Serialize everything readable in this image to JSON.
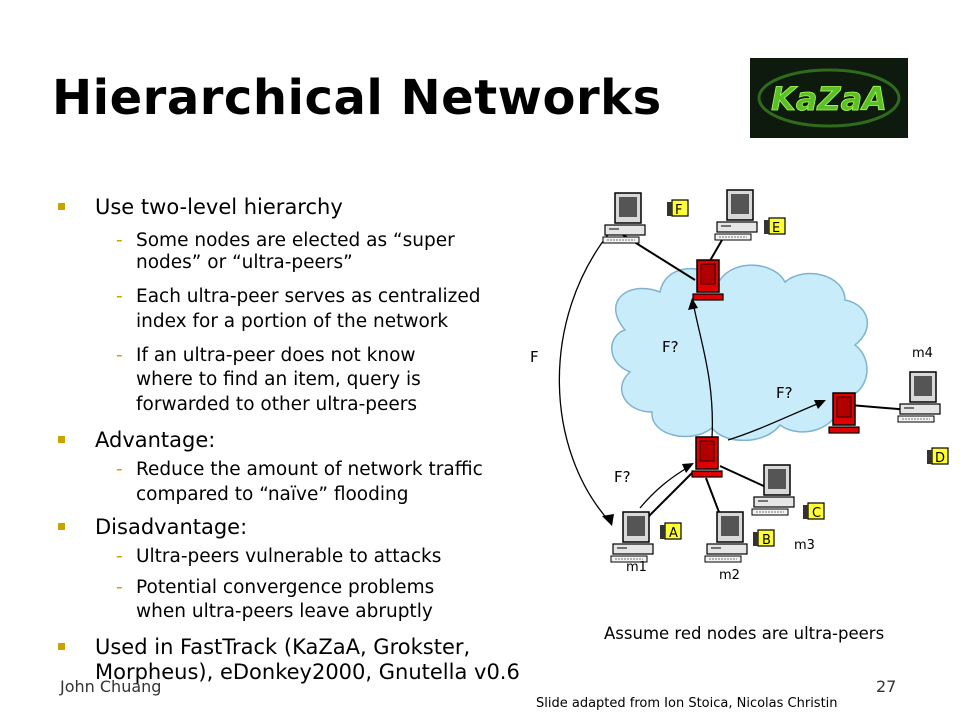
{
  "title": "Hierarchical Networks",
  "logo_text": "KaZaA",
  "bullets": [
    {
      "text": "Use two-level hierarchy",
      "level": 1
    },
    {
      "text": "Some nodes are elected as “super",
      "level": 2
    },
    {
      "text": "nodes” or “ultra-peers”",
      "level": 2,
      "continuation": true
    },
    {
      "text": "Each ultra-peer serves as centralized",
      "level": 2
    },
    {
      "text": "index for a portion of the network",
      "level": 2,
      "continuation": true
    },
    {
      "text": "If an ultra-peer does not know",
      "level": 2
    },
    {
      "text": "where to find an item, query is",
      "level": 2,
      "continuation": true
    },
    {
      "text": "forwarded to other ultra-peers",
      "level": 2,
      "continuation": true
    },
    {
      "text": "Advantage:",
      "level": 1
    },
    {
      "text": "Reduce the amount of network traffic",
      "level": 2
    },
    {
      "text": "compared to “naïve” flooding",
      "level": 2,
      "continuation": true
    },
    {
      "text": "Disadvantage:",
      "level": 1
    },
    {
      "text": "Ultra-peers vulnerable to attacks",
      "level": 2
    },
    {
      "text": "Potential convergence problems",
      "level": 2
    },
    {
      "text": "when ultra-peers leave abruptly",
      "level": 2,
      "continuation": true
    },
    {
      "text": "Used in FastTrack (KaZaA, Grokster,",
      "level": 1
    },
    {
      "text": "Morpheus), eDonkey2000, Gnutella v0.6",
      "level": 1,
      "continuation": true
    }
  ],
  "diagram": {
    "edge_labels": [
      "F",
      "F?",
      "F?",
      "F?"
    ],
    "file_labels": [
      "F",
      "E",
      "A",
      "B",
      "C",
      "D"
    ],
    "machine_labels": [
      "m1",
      "m2",
      "m3",
      "m4"
    ],
    "caption": "Assume red nodes are ultra-peers",
    "colors": {
      "ultrapeer": "#e00000",
      "cloud": "#c9ecfb",
      "file_tag": "#ffff33"
    }
  },
  "footer": {
    "author": "John Chuang",
    "page_number": "27",
    "credit": "Slide adapted from Ion Stoica, Nicolas Christin"
  }
}
